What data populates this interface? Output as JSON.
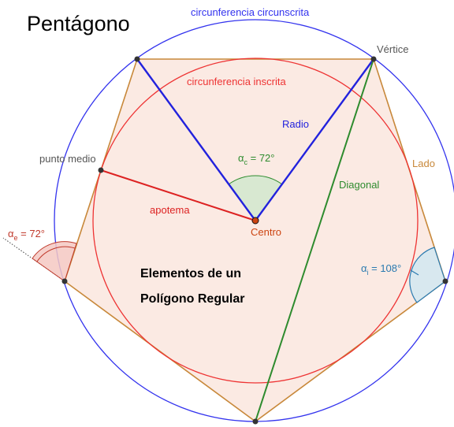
{
  "title": "Pentágono",
  "labels": {
    "circumscribed": "circunferencia circunscrita",
    "inscribed": "circunferencia inscrita",
    "vertex": "Vértice",
    "radius": "Radio",
    "side": "Lado",
    "midpoint": "punto medio",
    "apothem": "apotema",
    "center": "Centro",
    "diagonal": "Diagonal",
    "central_angle": {
      "greek": "α",
      "sub": "c",
      "value": " = 72°"
    },
    "exterior_angle": {
      "greek": "α",
      "sub": "e",
      "value": " = 72°"
    },
    "interior_angle": {
      "greek": "α",
      "sub": "i",
      "value": " = 108°"
    },
    "heading_line1": "Elementos de un",
    "heading_line2": "Polígono Regular"
  },
  "colors": {
    "circumscribed": "#3333ee",
    "inscribed": "#ee3333",
    "polygon_fill": "#fbeae3",
    "side": "#c8883a",
    "radius": "#2222dd",
    "apothem": "#dd2222",
    "diagonal": "#2e8b2e",
    "central_angle_fill": "#d6e8d0",
    "central_angle_stroke": "#2e8b2e",
    "exterior_angle_fill": "#f5c8c2",
    "exterior_angle_stroke": "#c0392b",
    "interior_angle_fill": "#d4e8f0",
    "interior_angle_stroke": "#2a7ab0",
    "label_gray": "#555555",
    "center_point": "#cc4411"
  }
}
